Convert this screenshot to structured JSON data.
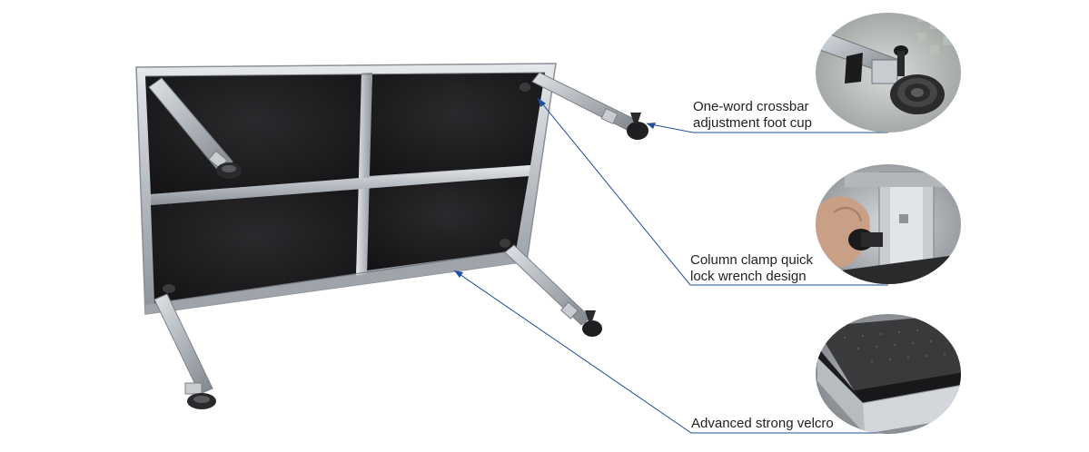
{
  "image": {
    "subject": "folding stage platform upside down with four telescopic legs",
    "background_color": "#ffffff",
    "panel_color": "#1c1c1e",
    "frame_color": "#b9bec4",
    "leader_line_color": "#1f4e9c"
  },
  "callouts": [
    {
      "lines": [
        "One-word crossbar",
        "adjustment foot cup"
      ]
    },
    {
      "lines": [
        "Column clamp quick",
        "lock wrench design"
      ]
    },
    {
      "lines": [
        "Advanced strong velcro"
      ]
    }
  ],
  "detail_photos": [
    {
      "subject": "foot cup with crossbar",
      "icon": "foot-cup-icon"
    },
    {
      "subject": "hand tightening quick lock wrench",
      "icon": "wrench-icon"
    },
    {
      "subject": "platform edge with velcro strip",
      "icon": "velcro-icon"
    }
  ]
}
